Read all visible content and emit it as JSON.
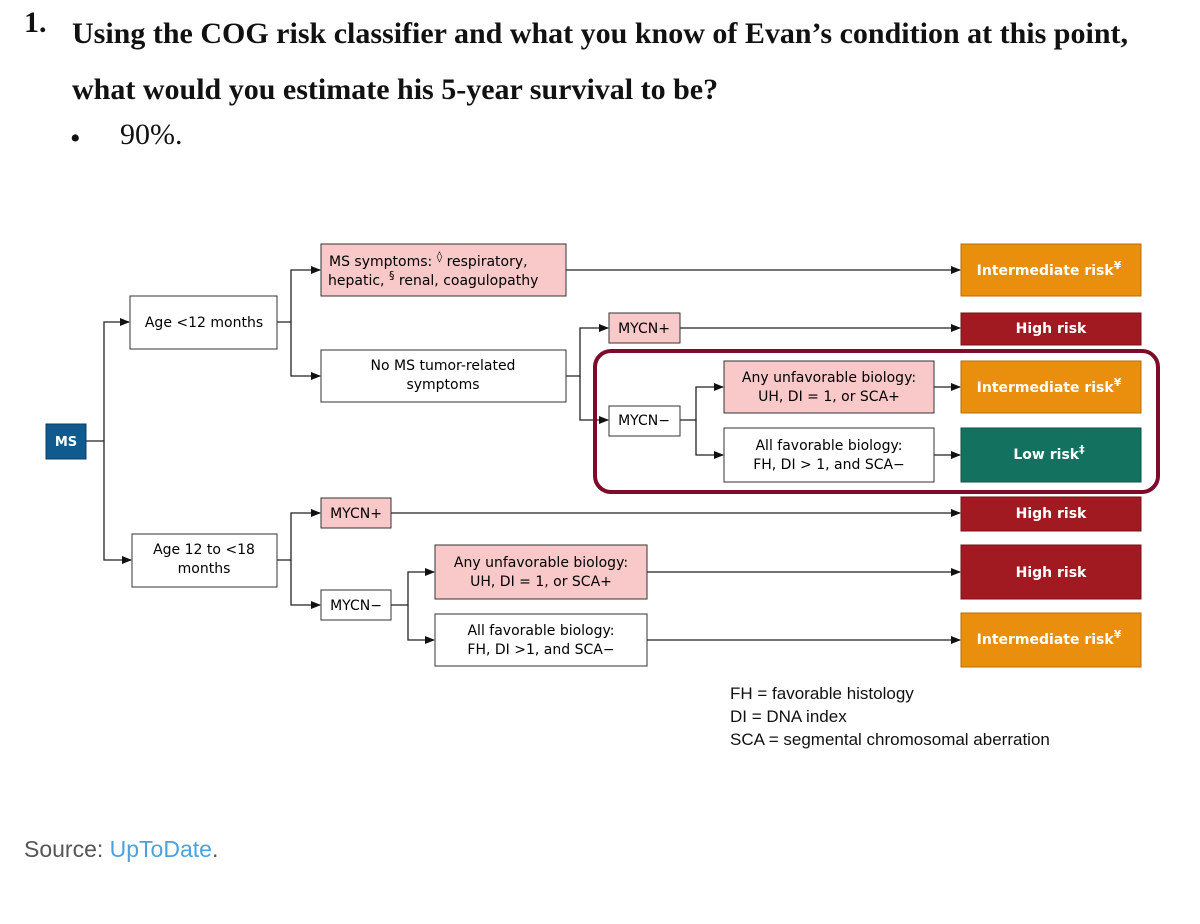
{
  "question": {
    "number": "1.",
    "text": "Using the COG risk classifier and what you know of Evan’s condition at this point, what would you estimate his 5-year survival to be?",
    "answer": "90%."
  },
  "diagram": {
    "root": "MS",
    "age_lt12": "Age <12 months",
    "ms_symptoms_line1": "MS symptoms:",
    "ms_symptoms_sym1": "◊",
    "ms_symptoms_tail1": "respiratory,",
    "ms_symptoms_line2a": "hepatic,",
    "ms_symptoms_sym2": "§",
    "ms_symptoms_line2b": "renal, coagulopathy",
    "no_ms_line1": "No MS tumor-related",
    "no_ms_line2": "symptoms",
    "mycn_plus_1": "MYCN+",
    "mycn_minus_1": "MYCN−",
    "unfav1_line1": "Any unfavorable biology:",
    "unfav1_line2": "UH, DI = 1, or SCA+",
    "fav1_line1": "All favorable biology:",
    "fav1_line2": "FH, DI > 1, and SCA−",
    "age_12_18_line1": "Age 12 to <18",
    "age_12_18_line2": "months",
    "mycn_plus_2": "MYCN+",
    "mycn_minus_2": "MYCN−",
    "unfav2_line1": "Any unfavorable biology:",
    "unfav2_line2": "UH, DI = 1, or SCA+",
    "fav2_line1": "All favorable biology:",
    "fav2_line2": "FH, DI >1, and SCA−",
    "outcome_1": "Intermediate risk",
    "outcome_1_sym": "¥",
    "outcome_2": "High risk",
    "outcome_3": "Intermediate risk",
    "outcome_3_sym": "¥",
    "outcome_4": "Low risk",
    "outcome_4_sym": "‡",
    "outcome_5": "High risk",
    "outcome_6": "High risk",
    "outcome_7": "Intermediate risk",
    "outcome_7_sym": "¥"
  },
  "legend": [
    "FH = favorable histology",
    "DI = DNA index",
    "SCA = segmental chromosomal aberration"
  ],
  "source": {
    "label": "Source:",
    "link": "UpToDate",
    "period": "."
  },
  "colors": {
    "intermediate": "#ea8f0d",
    "high": "#a11a22",
    "low": "#137160",
    "pink": "#f9c9c9",
    "ms_box": "#0f5a8f",
    "highlight": "#7d0c2a"
  }
}
